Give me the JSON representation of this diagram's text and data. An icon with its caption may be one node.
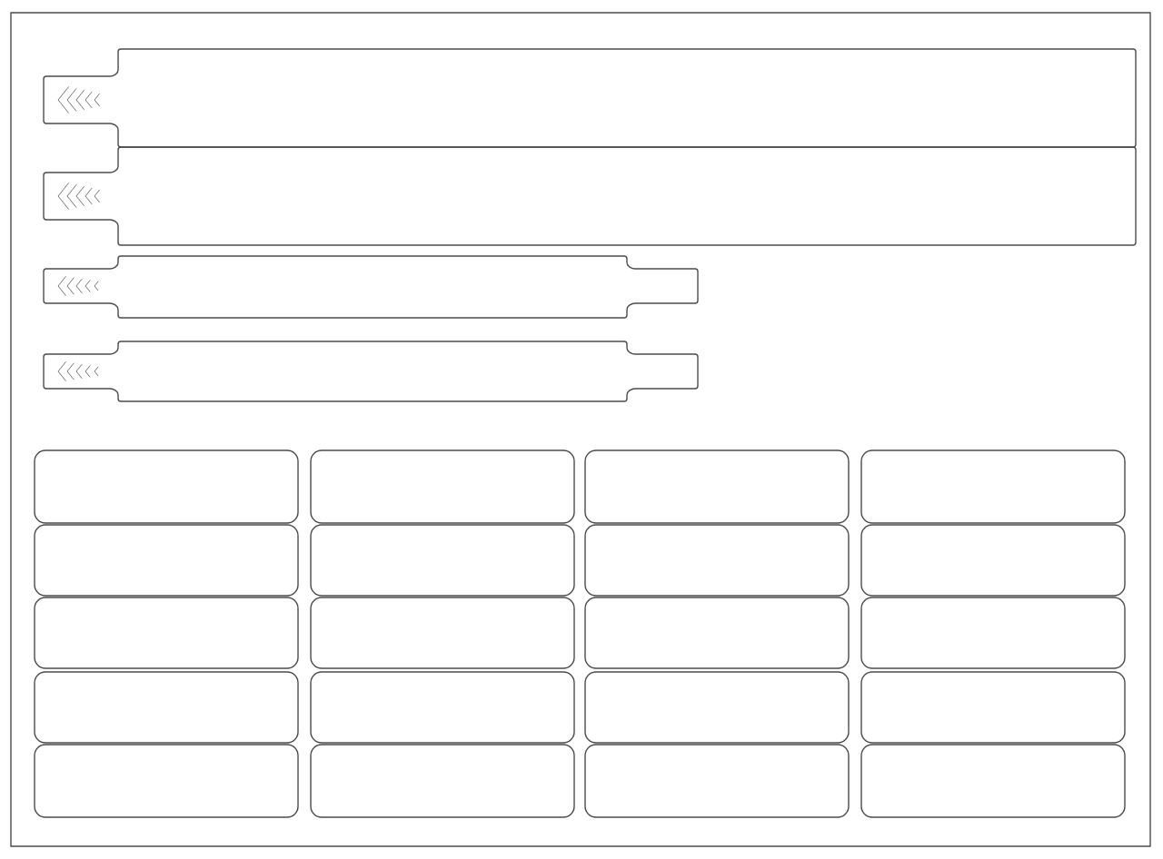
{
  "diagram": {
    "nodes": [
      {
        "text": [],
        "shape": "band"
      },
      {
        "text": [],
        "shape": "band"
      },
      {
        "text": [],
        "shape": "band"
      },
      {
        "text": [],
        "shape": "band"
      },
      {
        "text": [],
        "shape": "box"
      },
      {
        "text": [],
        "shape": "box"
      },
      {
        "text": [],
        "shape": "box"
      },
      {
        "text": [],
        "shape": "box"
      },
      {
        "text": [],
        "shape": "box"
      },
      {
        "text": [],
        "shape": "box"
      },
      {
        "text": [],
        "shape": "box"
      },
      {
        "text": [],
        "shape": "box"
      },
      {
        "text": [],
        "shape": "box"
      },
      {
        "text": [],
        "shape": "box"
      },
      {
        "text": [],
        "shape": "box"
      },
      {
        "text": [],
        "shape": "box"
      },
      {
        "text": [],
        "shape": "box"
      },
      {
        "text": [],
        "shape": "box"
      },
      {
        "text": [],
        "shape": "box"
      },
      {
        "text": [],
        "shape": "box"
      },
      {
        "text": [],
        "shape": "box"
      },
      {
        "text": [],
        "shape": "box"
      },
      {
        "text": [],
        "shape": "box"
      },
      {
        "text": [],
        "shape": "box"
      }
    ]
  }
}
